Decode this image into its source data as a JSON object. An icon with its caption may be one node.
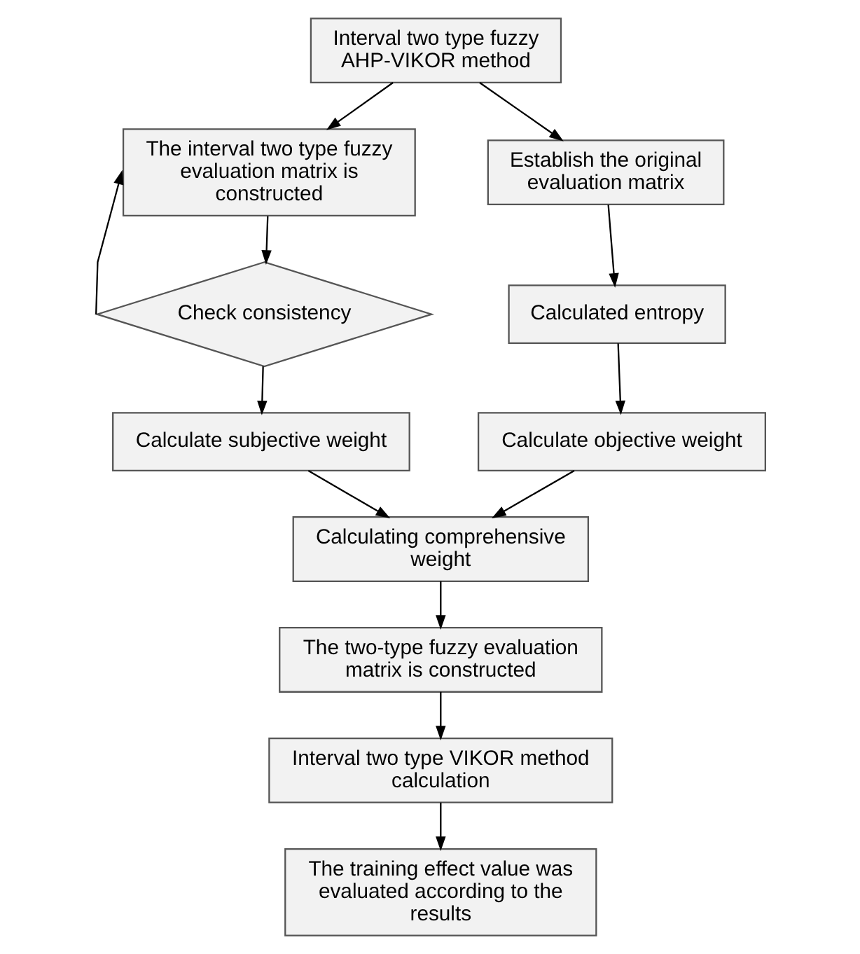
{
  "diagram": {
    "nodes": [
      {
        "text": [
          "Interval two type fuzzy AHP-VIKOR method"
        ]
      },
      {
        "text": [
          "The interval two type fuzzy evaluation matrix is constructed"
        ]
      },
      {
        "text": [
          "Establish the original evaluation matrix"
        ]
      },
      {
        "text": [
          "Check consistency"
        ]
      },
      {
        "text": [
          "Calculated entropy"
        ]
      },
      {
        "text": [
          "Calculate subjective weight"
        ]
      },
      {
        "text": [
          "Calculate objective weight"
        ]
      },
      {
        "text": [
          "Calculating comprehensive weight"
        ]
      },
      {
        "text": [
          "The two-type fuzzy evaluation matrix is constructed"
        ]
      },
      {
        "text": [
          "Interval two type VIKOR method calculation"
        ]
      },
      {
        "text": [
          "The training effect value was evaluated according to the results"
        ]
      }
    ],
    "edges": [
      {
        "from": 0,
        "to": 1,
        "arrow": "to"
      },
      {
        "from": 0,
        "to": 2,
        "arrow": "to"
      },
      {
        "from": 1,
        "to": 3,
        "arrow": "to"
      },
      {
        "from": 3,
        "to": 1,
        "arrow": "to"
      },
      {
        "from": 3,
        "to": 5,
        "arrow": "to"
      },
      {
        "from": 2,
        "to": 4,
        "arrow": "to"
      },
      {
        "from": 4,
        "to": 6,
        "arrow": "to"
      },
      {
        "from": 5,
        "to": 7,
        "arrow": "to"
      },
      {
        "from": 6,
        "to": 7,
        "arrow": "to"
      },
      {
        "from": 7,
        "to": 8,
        "arrow": "to"
      },
      {
        "from": 8,
        "to": 9,
        "arrow": "to"
      },
      {
        "from": 9,
        "to": 10,
        "arrow": "to"
      }
    ]
  }
}
